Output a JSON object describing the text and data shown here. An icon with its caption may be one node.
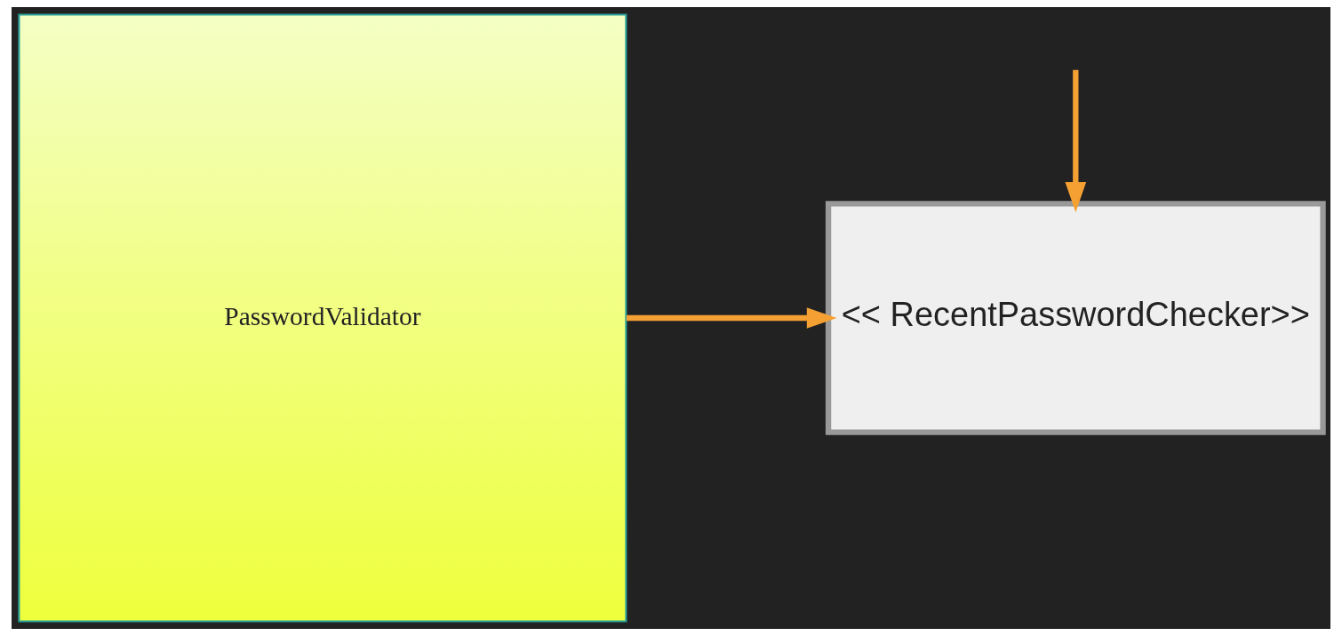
{
  "diagram": {
    "nodes": [
      {
        "text": [
          "PasswordValidator"
        ]
      },
      {
        "text": [
          "<< RecentPasswordChecker>>"
        ]
      }
    ],
    "edges": [
      {
        "from": 0,
        "to": 1,
        "arrow": "to"
      },
      {
        "from": null,
        "to": 1,
        "arrow": "to"
      }
    ]
  }
}
